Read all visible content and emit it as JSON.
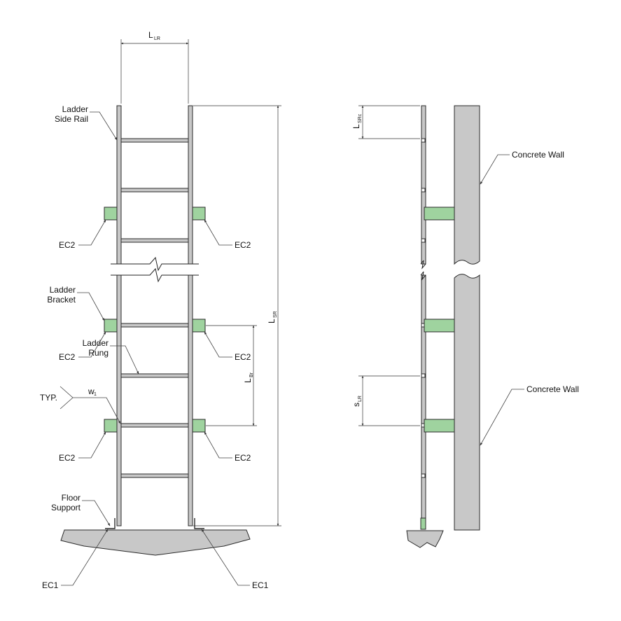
{
  "colors": {
    "bracket_fill": "#9fd39f",
    "steel_fill": "#c8c8c8",
    "concrete_fill": "#c8c8c8",
    "line": "#2a2a2a"
  },
  "front_view": {
    "labels": {
      "side_rail_line1": "Ladder",
      "side_rail_line2": "Side Rail",
      "bracket_line1": "Ladder",
      "bracket_line2": "Bracket",
      "rung_line1": "Ladder",
      "rung_line2": "Rung",
      "typ": "TYP.",
      "floor_support_line1": "Floor",
      "floor_support_line2": "Support"
    },
    "weld": {
      "main": "w",
      "sub": "1"
    },
    "connections": {
      "ec2_upper_left": "EC2",
      "ec2_upper_right": "EC2",
      "ec2_mid_left": "EC2",
      "ec2_mid_right": "EC2",
      "ec2_low_left": "EC2",
      "ec2_low_right": "EC2",
      "ec1_left": "EC1",
      "ec1_right": "EC1"
    },
    "dimensions": {
      "rail_spacing": {
        "main": "L",
        "sub": "LR"
      },
      "rail_length": {
        "main": "L",
        "sub": "SR"
      },
      "bracket_spacing": {
        "main": "L",
        "sub": "Br"
      }
    }
  },
  "side_view": {
    "labels": {
      "wall_upper": "Concrete Wall",
      "wall_lower": "Concrete Wall"
    },
    "dimensions": {
      "rail_end": {
        "main": "L",
        "sub": "SRc"
      },
      "rung_spacing": {
        "main": "s",
        "sub": "LR"
      }
    }
  }
}
